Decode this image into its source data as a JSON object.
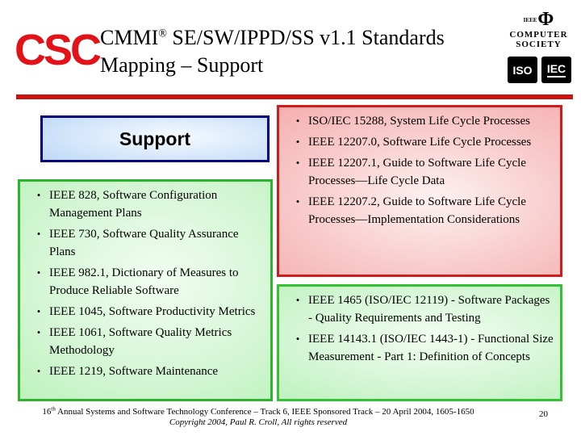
{
  "colors": {
    "accent_red": "#cc1111",
    "navy_border": "#000080",
    "green_border": "#2cb42c",
    "logo_red": "#e31118"
  },
  "header": {
    "logo_text": "CSC",
    "title_prefix": "CMMI",
    "title_reg": "®",
    "title_suffix": " SE/SW/IPPD/SS v1.1 Standards",
    "title_line2": "Mapping – Support",
    "society_logo": {
      "ieee_small": "IEEE",
      "phi": "Φ",
      "line1": "COMPUTER",
      "line2": "SOCIETY"
    },
    "iso_badge": "ISO",
    "iec_badge": "IEC"
  },
  "bullets": {
    "glyph": "•"
  },
  "support_box": {
    "label": "Support"
  },
  "left_box": {
    "items": [
      "IEEE 828, Software Configuration Management Plans",
      "IEEE 730, Software Quality Assurance Plans",
      "IEEE 982.1, Dictionary of Measures to Produce Reliable Software",
      "IEEE 1045, Software Productivity Metrics",
      "IEEE 1061, Software Quality Metrics Methodology",
      "IEEE 1219, Software Maintenance"
    ]
  },
  "right_top_box": {
    "items": [
      "ISO/IEC 15288, System Life Cycle Processes",
      "IEEE 12207.0, Software Life Cycle Processes",
      "IEEE 12207.1, Guide to Software Life Cycle Processes—Life Cycle Data",
      "IEEE 12207.2, Guide to Software Life Cycle Processes—Implementation Considerations"
    ]
  },
  "right_bottom_box": {
    "items": [
      "IEEE 1465 (ISO/IEC 12119) - Software Packages - Quality Requirements and Testing",
      "IEEE 14143.1 (ISO/IEC 1443-1) - Functional Size Measurement - Part 1: Definition of Concepts"
    ]
  },
  "footer": {
    "line1_num": "16",
    "line1_sup": "th",
    "line1_rest": " Annual Systems and Software Technology Conference – Track 6, IEEE Sponsored Track – 20 April 2004, 1605-1650",
    "line2": "Copyright 2004, Paul R. Croll, All rights reserved",
    "page_number": "20"
  }
}
